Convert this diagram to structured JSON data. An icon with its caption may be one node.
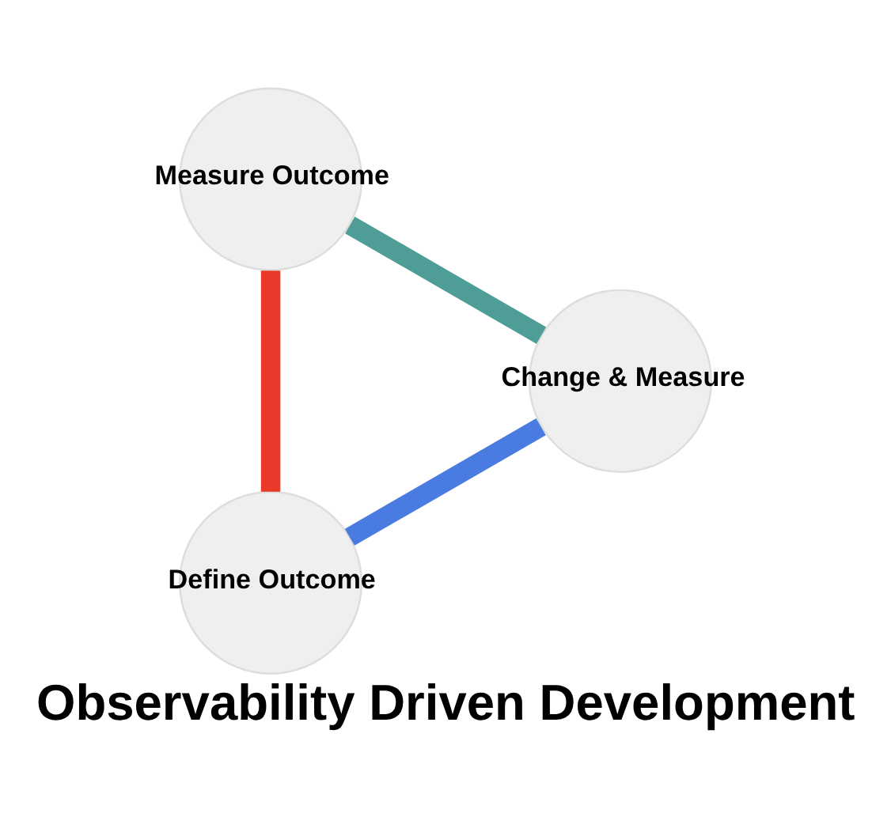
{
  "diagram": {
    "title": "Observability Driven Development",
    "nodes": [
      {
        "text": [
          "Define Outcome"
        ]
      },
      {
        "text": [
          "Measure Outcome"
        ]
      },
      {
        "text": [
          "Change & Measure"
        ]
      }
    ],
    "edges": [
      {
        "from": 0,
        "to": 1,
        "arrow": "none",
        "color": "#e8392a"
      },
      {
        "from": 1,
        "to": 2,
        "arrow": "none",
        "color": "#4e9d96"
      },
      {
        "from": 2,
        "to": 0,
        "arrow": "none",
        "color": "#4a7be0"
      }
    ]
  }
}
